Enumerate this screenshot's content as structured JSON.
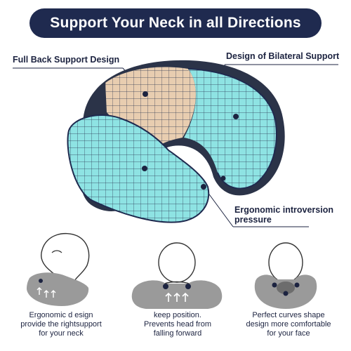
{
  "banner": {
    "title": "Support Your Neck in all Directions"
  },
  "callouts": {
    "full_back": "Full Back Support Design",
    "bilateral": "Design of Bilateral Support",
    "introversion_line1": "Ergonomic introversion",
    "introversion_line2": "pressure"
  },
  "captions": {
    "left": "Ergonomic d esign\nprovide the rightsupport\nfor your neck",
    "middle": "keep position.\nPrevents head from\nfalling forward",
    "right": "Perfect curves shape\ndesign more comfortable\nfor your face"
  },
  "colors": {
    "banner_bg": "#1f2a4f",
    "pillow_beige": "#e8cdb0",
    "pillow_cyan": "#8ee3e3",
    "outline": "#1f2a4f",
    "illustration_gray": "#9a9a9a"
  }
}
